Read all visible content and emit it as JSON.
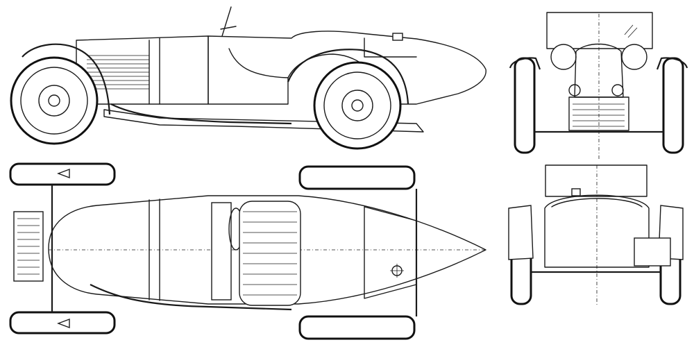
{
  "drawing": {
    "views": [
      "side",
      "top",
      "front",
      "rear"
    ],
    "line_color": "#1a1a1a",
    "background": "#ffffff"
  }
}
